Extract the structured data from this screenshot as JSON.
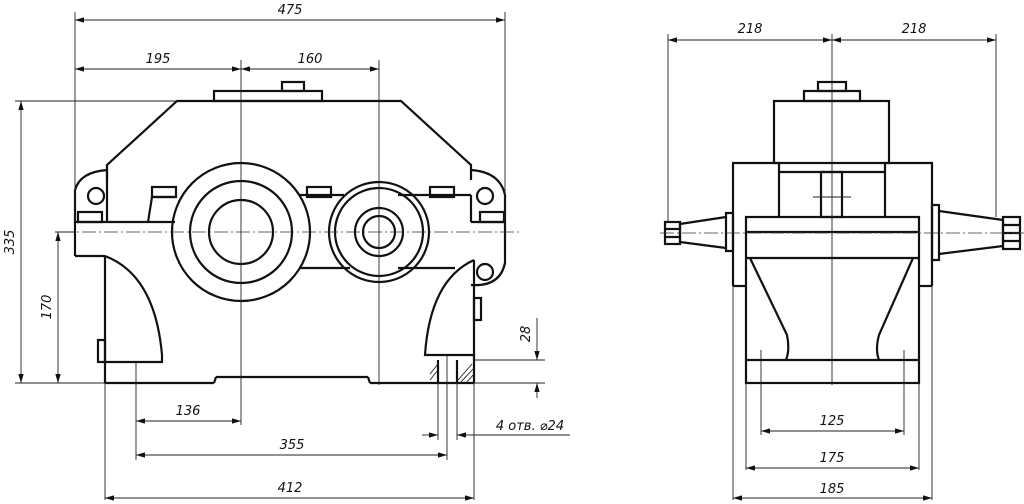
{
  "drawing": {
    "type": "Gearbox general assembly drawing (two views)",
    "front_view": {
      "dimensions": {
        "overall_width": "475",
        "left_to_input_shaft": "195",
        "input_to_output_shaft": "160",
        "overall_height": "335",
        "shaft_axis_height": "170",
        "foot_thickness": "28",
        "foot_hole_offset": "136",
        "foot_hole_spacing": "355",
        "base_length": "412",
        "mounting_holes": "4 отв. ⌀24"
      }
    },
    "side_view": {
      "dimensions": {
        "left_shaft_extension": "218",
        "right_shaft_extension": "218",
        "foot_hole_spacing": "125",
        "base_inner_width": "175",
        "base_width": "185"
      }
    }
  }
}
